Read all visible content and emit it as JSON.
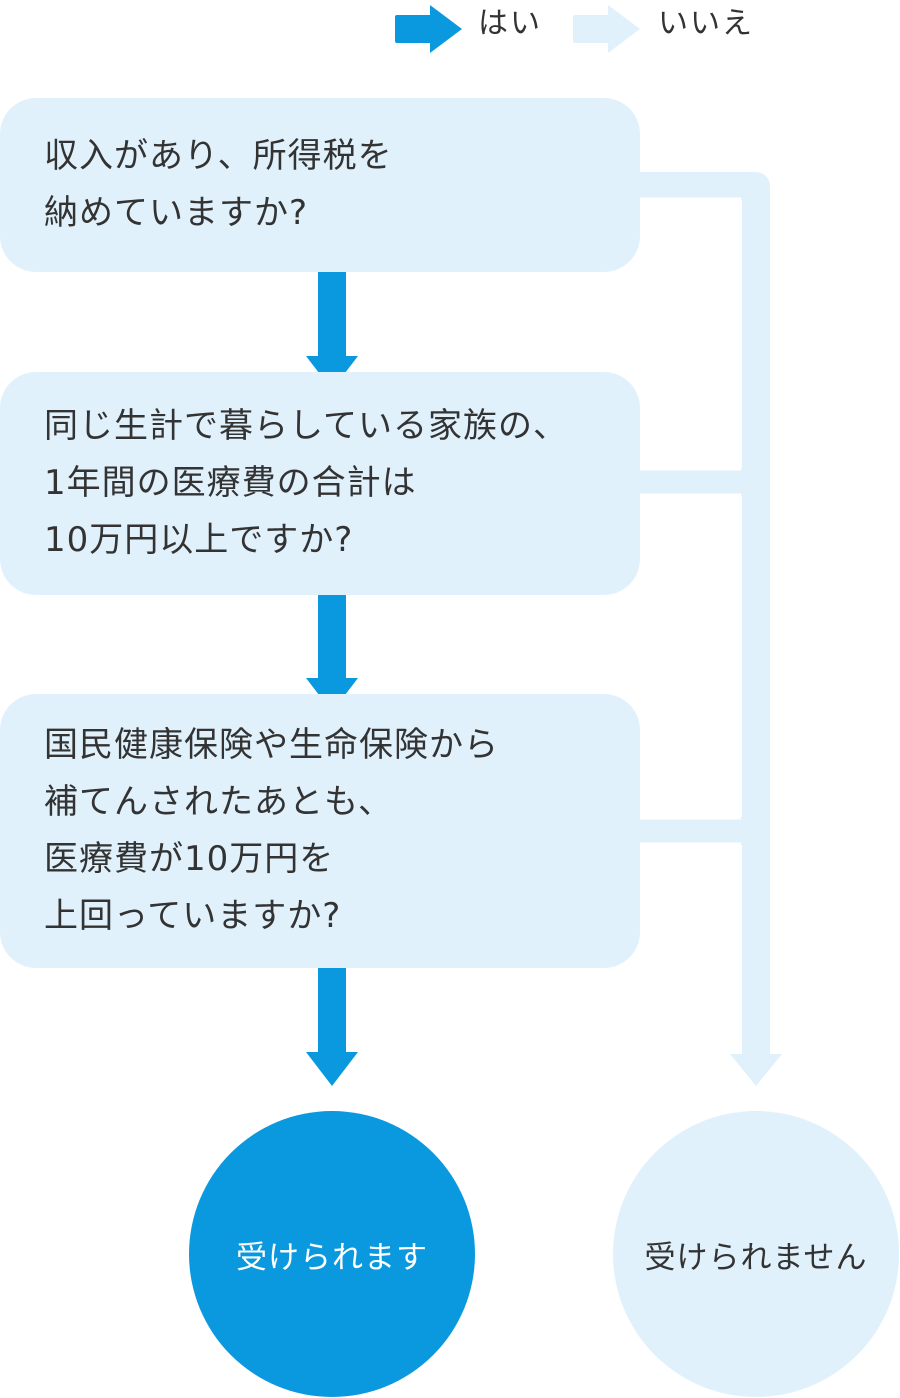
{
  "colors": {
    "yes": "#0a99de",
    "no": "#e0f1fc",
    "text": "#333333",
    "yes_result_text": "#ffffff"
  },
  "legend": {
    "yes_label": "はい",
    "no_label": "いいえ"
  },
  "questions": [
    {
      "lines": [
        "収入があり、所得税を",
        "納めていますか?"
      ]
    },
    {
      "lines": [
        "同じ生計で暮らしている家族の、",
        "1年間の医療費の合計は",
        "10万円以上ですか?"
      ]
    },
    {
      "lines": [
        "国民健康保険や生命保険から",
        "補てんされたあとも、",
        "医療費が10万円を",
        "上回っていますか?"
      ]
    }
  ],
  "results": {
    "yes_result": "受けられます",
    "no_result": "受けられません"
  }
}
